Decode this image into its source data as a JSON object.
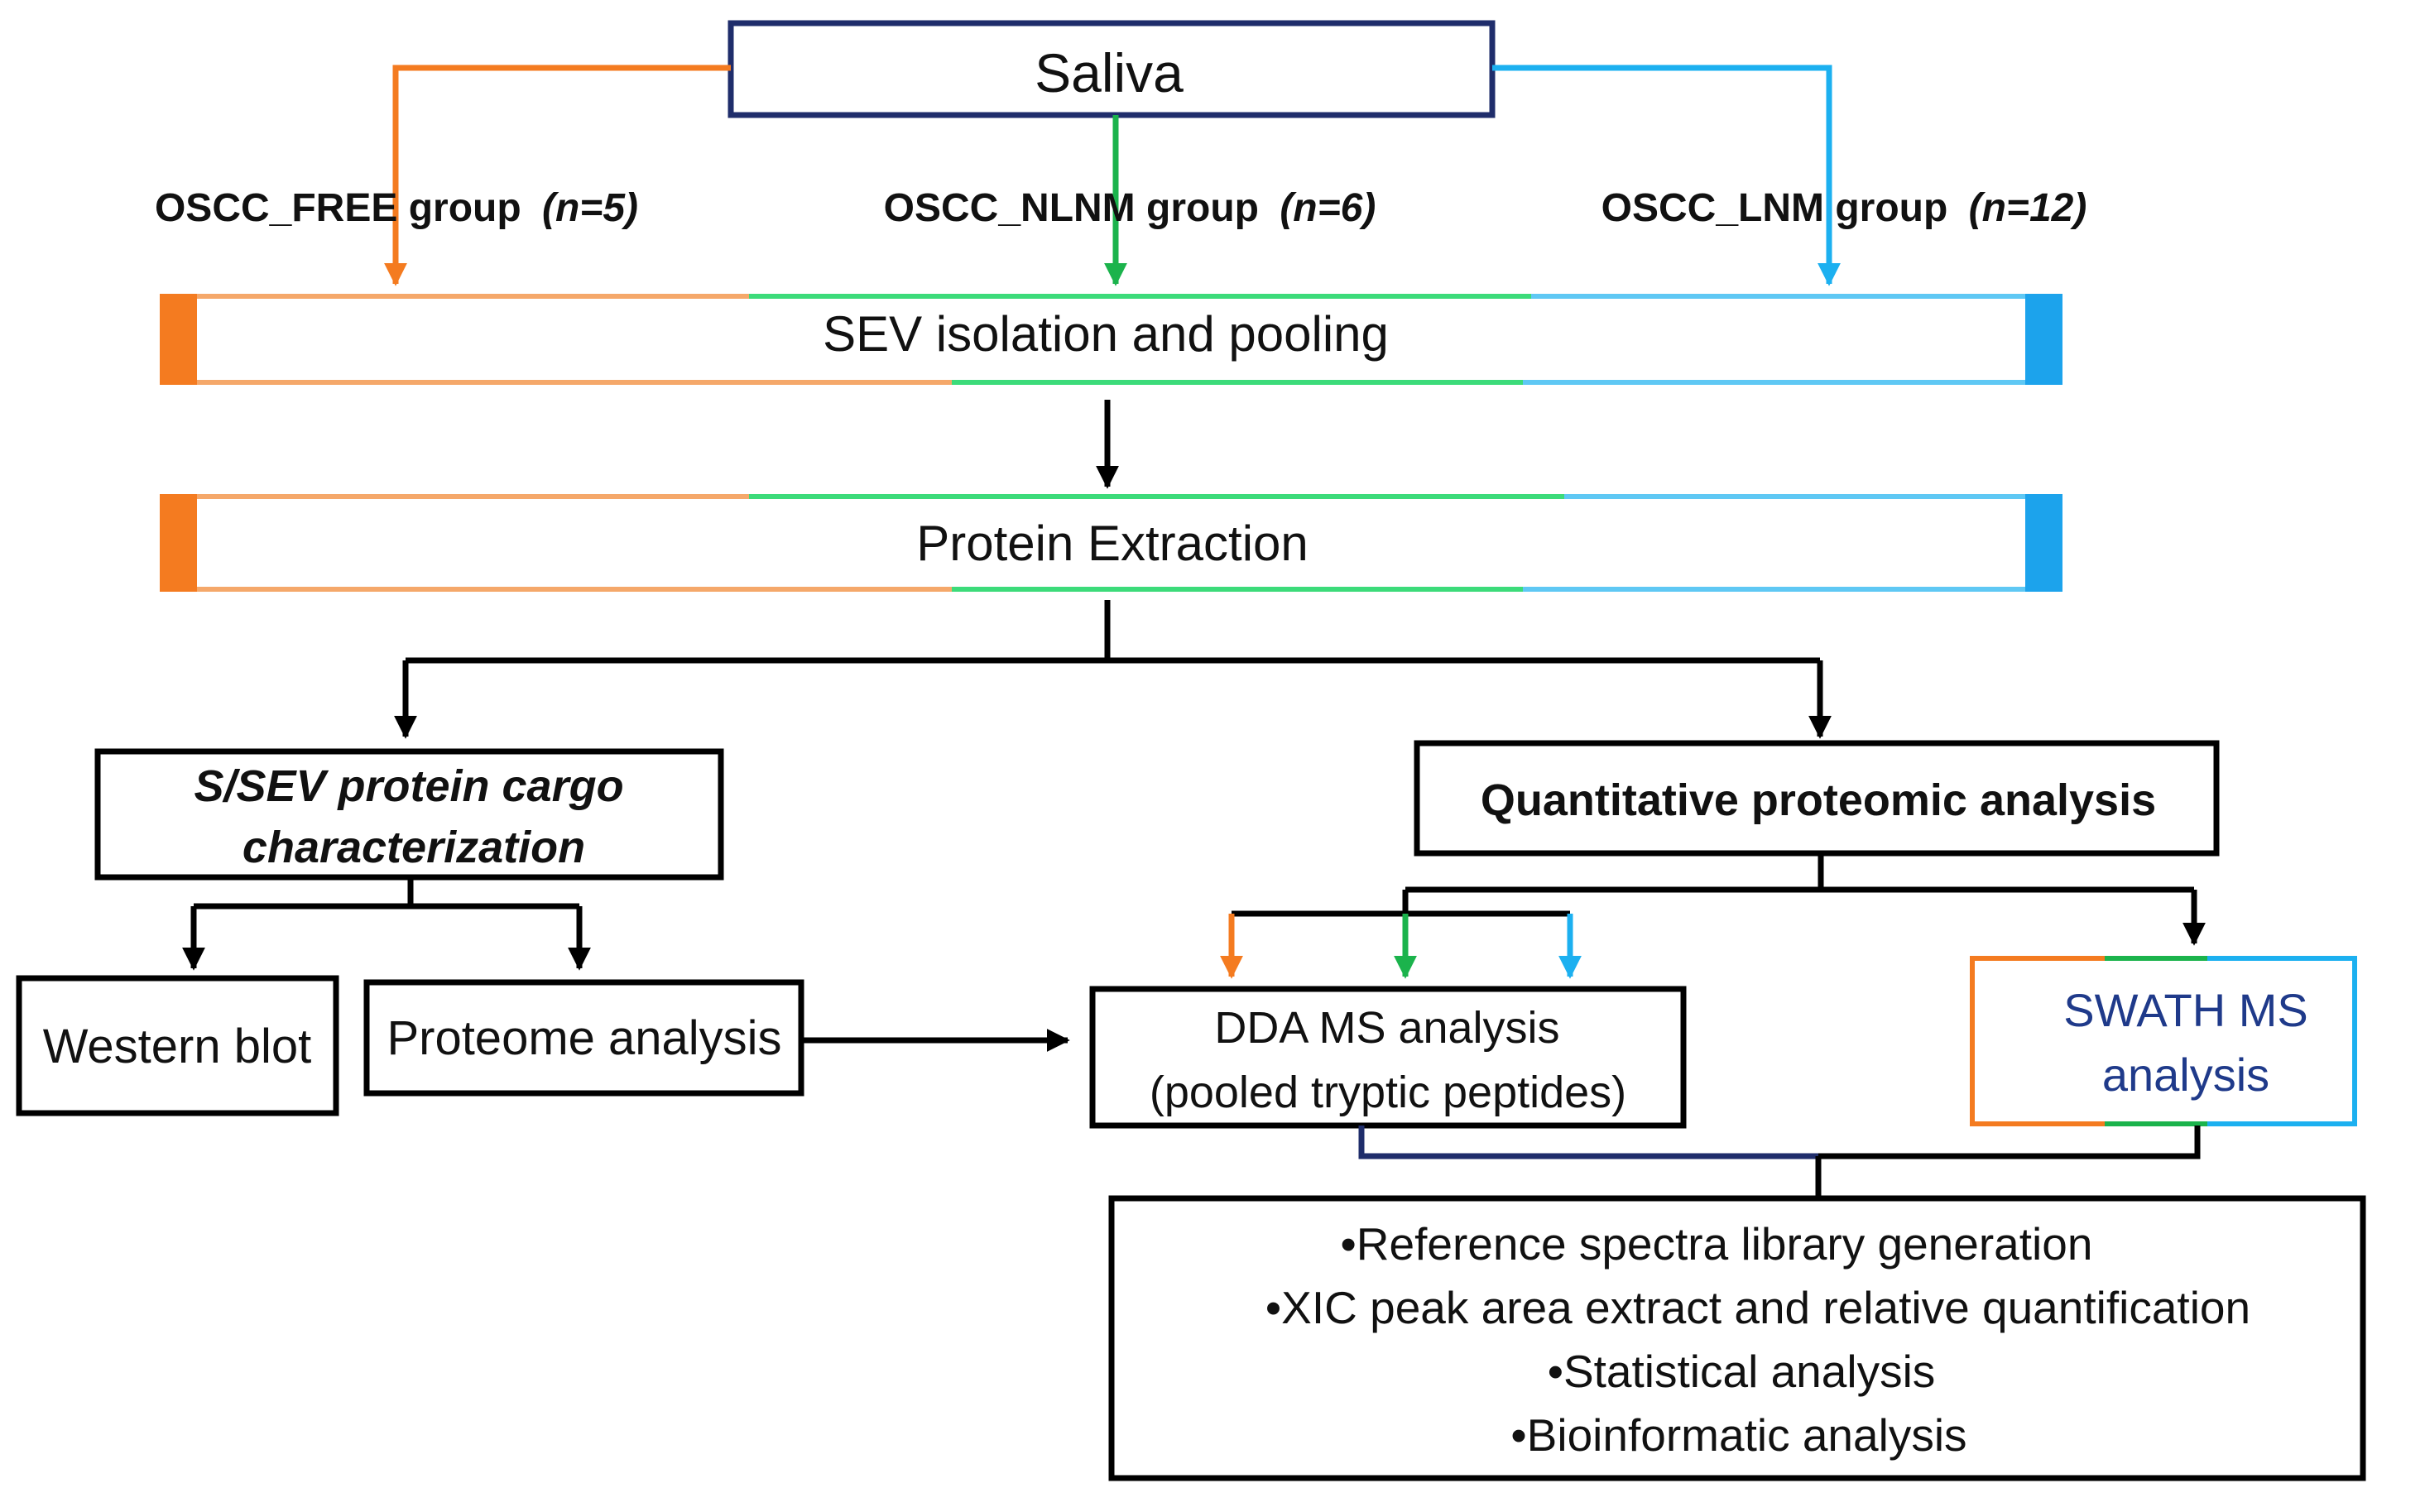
{
  "diagram": {
    "saliva": "Saliva",
    "groups": {
      "free": {
        "name": "OSCC_FREE group",
        "n": "(n=5)"
      },
      "nlnm": {
        "name": "OSCC_NLNM group",
        "n": "(n=6)"
      },
      "lnm": {
        "name": "OSCC_LNM group",
        "n": "(n=12)"
      }
    },
    "sev_isolation": "SEV isolation and pooling",
    "protein_extraction": "Protein Extraction",
    "cargo": {
      "line1": "S/SEV protein cargo",
      "line2": "characterization"
    },
    "quantitative": "Quantitative proteomic analysis",
    "western_blot": "Western blot",
    "proteome_analysis": "Proteome analysis",
    "dda": {
      "line1": "DDA MS analysis",
      "line2": "(pooled tryptic peptides)"
    },
    "swath": {
      "line1": "SWATH MS",
      "line2": "analysis"
    },
    "final_steps": [
      "•Reference spectra library generation",
      "•XIC peak area extract and relative quantification",
      "•Statistical analysis",
      "•Bioinformatic analysis"
    ]
  },
  "colors": {
    "orange": "#F47B20",
    "green": "#1BB34C",
    "cyan": "#1CB0F0",
    "navy": "#1F2D6B",
    "swath_text": "#1F3A8A",
    "black": "#000000"
  }
}
